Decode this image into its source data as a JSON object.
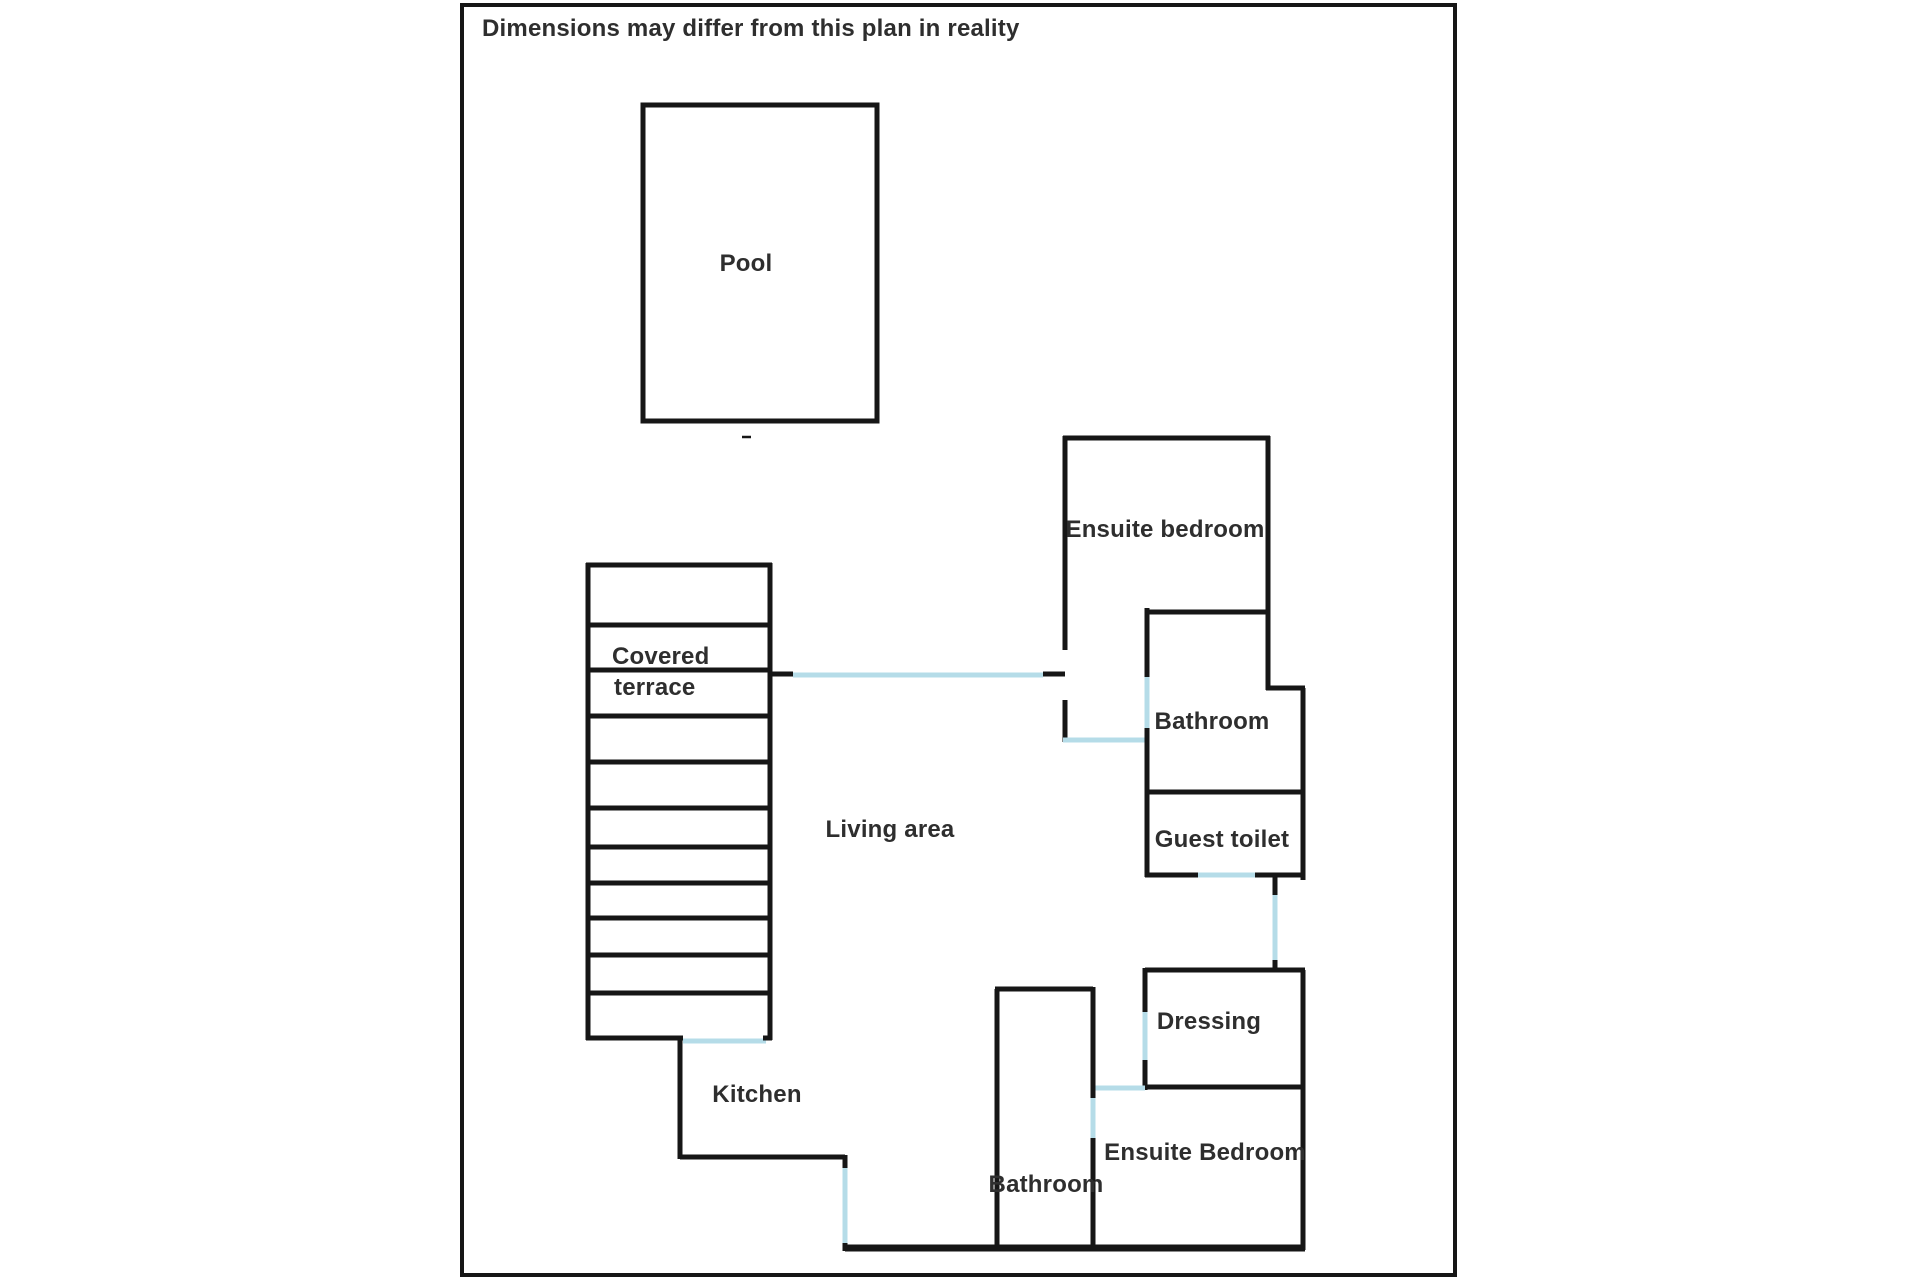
{
  "plan": {
    "disclaimer": "Dimensions may differ from this plan in reality",
    "rooms": {
      "pool": "Pool",
      "covered_terrace_line1": "Covered",
      "covered_terrace_line2": "terrace",
      "living_area": "Living area",
      "kitchen": "Kitchen",
      "ensuite_bedroom_top": "Ensuite bedroom",
      "bathroom_top": "Bathroom",
      "guest_toilet": "Guest toilet",
      "dressing": "Dressing",
      "bathroom_bottom": "Bathroom",
      "ensuite_bedroom_bottom": "Ensuite Bedroom"
    },
    "colors": {
      "wall": "#161616",
      "opening": "#b5dce8",
      "text": "#2e2e2e",
      "background": "#ffffff"
    }
  }
}
